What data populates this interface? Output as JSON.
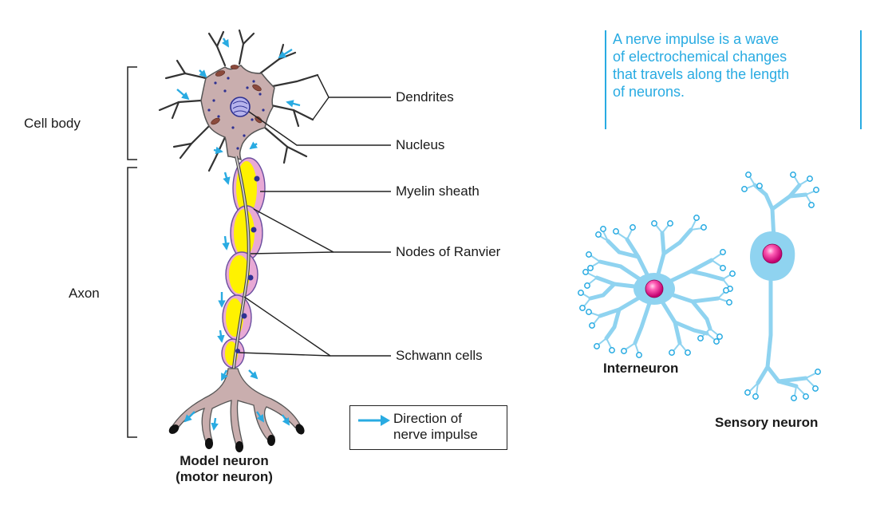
{
  "labels": {
    "cell_body": "Cell body",
    "axon": "Axon",
    "dendrites": "Dendrites",
    "nucleus": "Nucleus",
    "myelin_sheath": "Myelin sheath",
    "nodes_of_ranvier": "Nodes of Ranvier",
    "schwann_cells": "Schwann cells",
    "model_neuron_line1": "Model neuron",
    "model_neuron_line2": "(motor neuron)",
    "interneuron": "Interneuron",
    "sensory_neuron": "Sensory neuron"
  },
  "legend": {
    "line1": "Direction of",
    "line2": "nerve impulse"
  },
  "note": {
    "lines": [
      "A nerve impulse is a wave",
      "of electrochemical changes",
      "that travels along the length",
      "of neurons."
    ]
  },
  "colors": {
    "accent_blue": "#29abe2",
    "cell_body_fill": "#c9aeae",
    "myelin_yellow": "#fff200",
    "myelin_pink": "#e8a9d5",
    "nucleus_dark": "#2e3192",
    "neuron_cyan": "#8fd3f0",
    "nucleus_magenta": "#ec008c"
  }
}
